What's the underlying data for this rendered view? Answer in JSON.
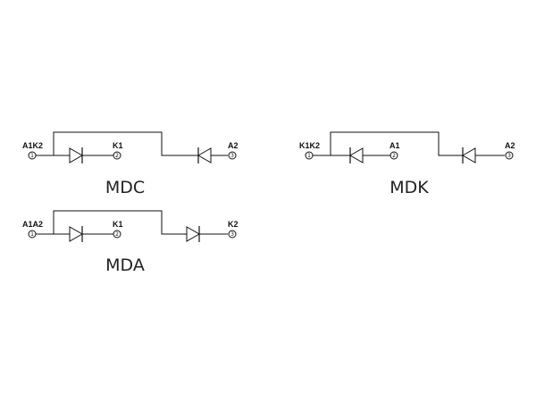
{
  "circuits": [
    {
      "title": "MDC",
      "labels": [
        "A1K2",
        "K1",
        "A2"
      ],
      "pins": [
        "1",
        "2",
        "3"
      ]
    },
    {
      "title": "MDK",
      "labels": [
        "K1K2",
        "A1",
        "A2"
      ],
      "pins": [
        "1",
        "2",
        "3"
      ]
    },
    {
      "title": "MDA",
      "labels": [
        "A1A2",
        "K1",
        "K2"
      ],
      "pins": [
        "1",
        "2",
        "3"
      ]
    }
  ]
}
